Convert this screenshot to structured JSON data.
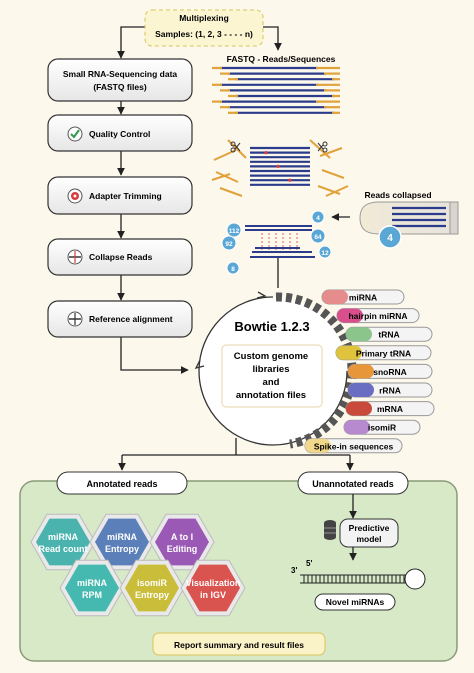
{
  "multiplexing": {
    "title": "Multiplexing",
    "samples": "Samples: (1, 2, 3 - - - - n)"
  },
  "steps": {
    "input": [
      "Small RNA-Sequencing data",
      "(FASTQ files)"
    ],
    "qc": "Quality Control",
    "adapter": "Adapter Trimming",
    "collapse": "Collapse Reads",
    "align": "Reference alignment"
  },
  "fastq": {
    "label": "FASTQ - Reads/Sequences"
  },
  "collapsed": {
    "label": "Reads collapsed",
    "count": "4"
  },
  "counts": {
    "left": [
      "112",
      "92",
      "8"
    ],
    "right": [
      "4",
      "64",
      "12"
    ]
  },
  "bowtie": {
    "title": "Bowtie 1.2.3",
    "libs": [
      "Custom genome",
      "libraries",
      "and",
      "annotation files"
    ]
  },
  "databases": [
    {
      "label": "miRNA",
      "color": "#e58c8c"
    },
    {
      "label": "hairpin miRNA",
      "color": "#d94f8e"
    },
    {
      "label": "tRNA",
      "color": "#8cc58c"
    },
    {
      "label": "Primary tRNA",
      "color": "#e0c33d"
    },
    {
      "label": "snoRNA",
      "color": "#e8963a"
    },
    {
      "label": "rRNA",
      "color": "#6a6ec2"
    },
    {
      "label": "mRNA",
      "color": "#c94a3a"
    },
    {
      "label": "isomiR",
      "color": "#b78ad0"
    },
    {
      "label": "Spike-in sequences",
      "color": "#f2d88a"
    }
  ],
  "annotated": {
    "label": "Annotated reads",
    "hexes": [
      {
        "l1": "miRNA",
        "l2": "Read count",
        "color": "#4ab3ae"
      },
      {
        "l1": "miRNA",
        "l2": "Entropy",
        "color": "#5b7fb8"
      },
      {
        "l1": "A to I",
        "l2": "Editing",
        "color": "#9b59b6"
      },
      {
        "l1": "miRNA",
        "l2": "RPM",
        "color": "#45b8b0"
      },
      {
        "l1": "isomiR",
        "l2": "Entropy",
        "color": "#c9bd3a"
      },
      {
        "l1": "Visualization",
        "l2": "in IGV",
        "color": "#d9534f"
      }
    ]
  },
  "unannotated": {
    "label": "Unannotated reads",
    "model": [
      "Predictive",
      "model"
    ],
    "prime3": "3'",
    "prime5": "5'",
    "novel": "Novel miRNAs"
  },
  "report": "Report summary and result files"
}
